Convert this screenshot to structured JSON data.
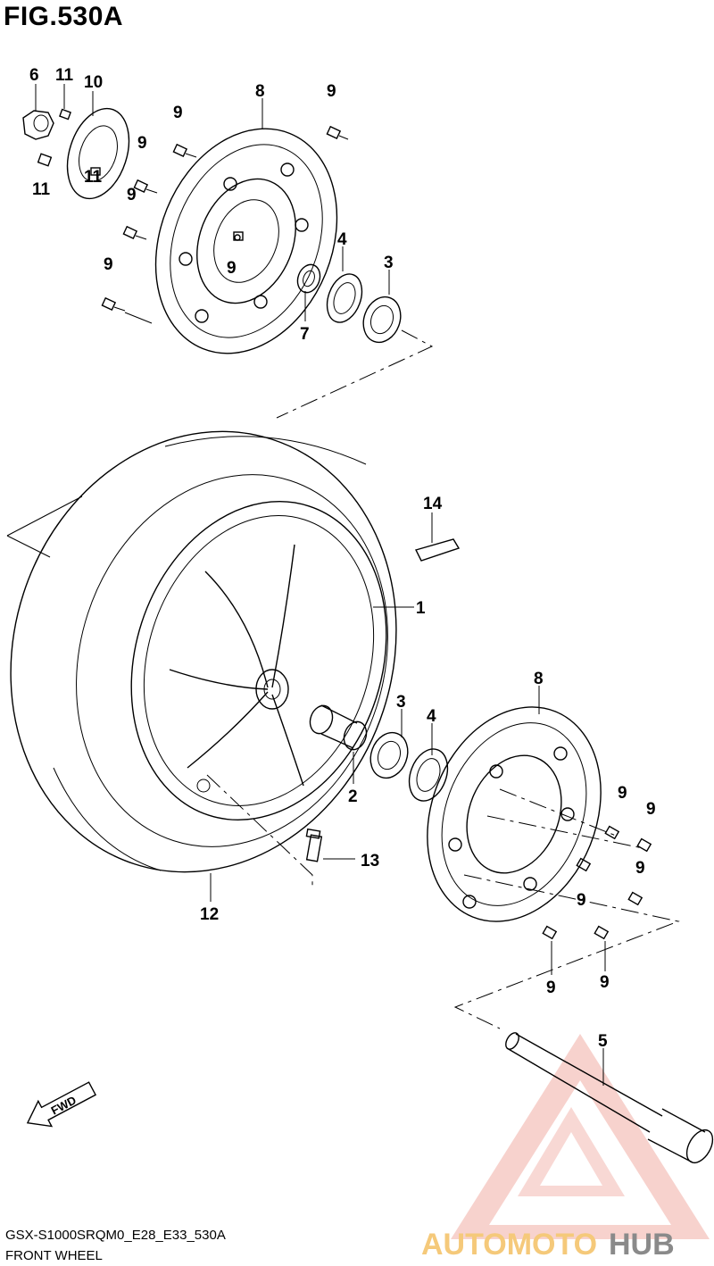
{
  "figure": {
    "title": "FIG.530A"
  },
  "callouts": {
    "c6": "6",
    "c11a": "11",
    "c10": "10",
    "c11b": "11",
    "c11c": "11",
    "c8a": "8",
    "c9a": "9",
    "c9b": "9",
    "c9c": "9",
    "c9d": "9",
    "c9e": "9",
    "c9f": "9",
    "c4a": "4",
    "c3a": "3",
    "c7": "7",
    "c14": "14",
    "c1": "1",
    "c3b": "3",
    "c4b": "4",
    "c2": "2",
    "c8b": "8",
    "c9g": "9",
    "c9h": "9",
    "c9i": "9",
    "c9j": "9",
    "c9k": "9",
    "c9l": "9",
    "c13": "13",
    "c12": "12",
    "c5": "5"
  },
  "fwd_label": "FWD",
  "footer": {
    "model_code": "GSX-S1000SRQM0_E28_E33_530A",
    "section_name": "FRONT WHEEL"
  },
  "watermark": {
    "part1": "AUTOMOTO",
    "part2": "HUB",
    "color_main": "#f0a8a0",
    "color_light": "#f5c97a",
    "color_dark": "#8a8a8a"
  }
}
